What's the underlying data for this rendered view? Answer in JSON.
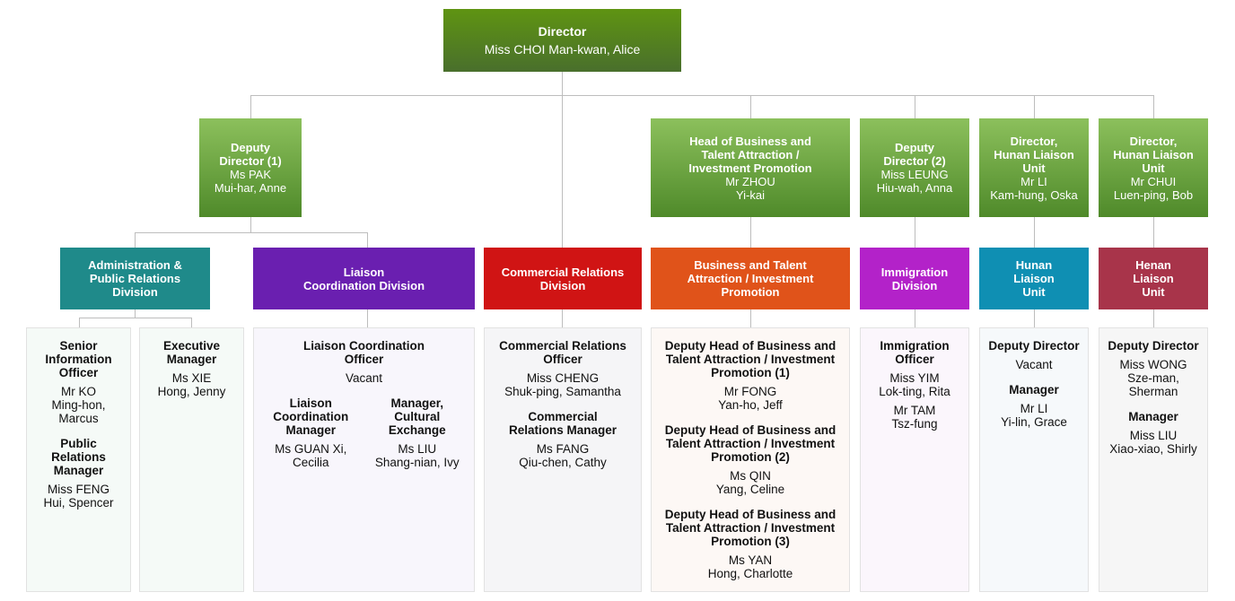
{
  "director": {
    "title": "Director",
    "name": "Miss CHOI Man-kwan, Alice"
  },
  "heads": [
    {
      "title": "Deputy\nDirector (1)",
      "name": "Ms PAK\nMui-har, Anne"
    },
    {
      "title": "Head of Business and\nTalent Attraction /\nInvestment Promotion",
      "name": "Mr ZHOU\nYi-kai"
    },
    {
      "title": "Deputy\nDirector (2)",
      "name": "Miss LEUNG\nHiu-wah, Anna"
    },
    {
      "title": "Director,\nHunan Liaison\nUnit",
      "name": "Mr LI\nKam-hung, Oska"
    },
    {
      "title": "Director,\nHunan Liaison\nUnit",
      "name": "Mr CHUI\nLuen-ping, Bob"
    }
  ],
  "divisions": [
    {
      "label": "Administration &\nPublic Relations\nDivision",
      "color": "#1f8a8a"
    },
    {
      "label": "Liaison\nCoordination Division",
      "color": "#6a1fb0"
    },
    {
      "label": "Commercial Relations\nDivision",
      "color": "#d01414"
    },
    {
      "label": "Business and Talent\nAttraction / Investment\nPromotion",
      "color": "#e0531a"
    },
    {
      "label": "Immigration\nDivision",
      "color": "#b322c9"
    },
    {
      "label": "Hunan\nLiaison\nUnit",
      "color": "#0f8fb3"
    },
    {
      "label": "Henan\nLiaison\nUnit",
      "color": "#a8344a"
    }
  ],
  "panels": {
    "admin_a": [
      {
        "role": "Senior\nInformation\nOfficer",
        "name": "Mr KO\nMing-hon,\nMarcus"
      },
      {
        "role": "Public\nRelations\nManager",
        "name": "Miss FENG\nHui, Spencer"
      }
    ],
    "admin_b": [
      {
        "role": "Executive\nManager",
        "name": "Ms XIE\nHong, Jenny"
      }
    ],
    "liaison": {
      "top": {
        "role": "Liaison Coordination\nOfficer",
        "name": "Vacant"
      },
      "left": {
        "role": "Liaison\nCoordination\nManager",
        "name": "Ms GUAN Xi,\nCecilia"
      },
      "right": {
        "role": "Manager,\nCultural\nExchange",
        "name": "Ms LIU\nShang-nian, Ivy"
      }
    },
    "commercial": [
      {
        "role": "Commercial Relations\nOfficer",
        "name": "Miss CHENG\nShuk-ping, Samantha"
      },
      {
        "role": "Commercial\nRelations Manager",
        "name": "Ms FANG\nQiu-chen, Cathy"
      }
    ],
    "business": [
      {
        "role": "Deputy Head of Business and\nTalent Attraction / Investment\nPromotion (1)",
        "name": "Mr FONG\nYan-ho, Jeff"
      },
      {
        "role": "Deputy Head of Business and\nTalent Attraction / Investment\nPromotion (2)",
        "name": "Ms QIN\nYang, Celine"
      },
      {
        "role": "Deputy Head of Business and\nTalent Attraction / Investment\nPromotion (3)",
        "name": "Ms YAN\nHong, Charlotte"
      }
    ],
    "immigration": [
      {
        "role": "Immigration\nOfficer",
        "name": "Miss YIM\nLok-ting, Rita"
      },
      {
        "role": "",
        "name": "Mr TAM\nTsz-fung"
      }
    ],
    "hunan": [
      {
        "role": "Deputy Director",
        "name": "Vacant"
      },
      {
        "role": "Manager",
        "name": "Mr LI\nYi-lin, Grace"
      }
    ],
    "henan": [
      {
        "role": "Deputy Director",
        "name": "Miss WONG\nSze-man, Sherman"
      },
      {
        "role": "Manager",
        "name": "Miss LIU\nXiao-xiao, Shirly"
      }
    ]
  },
  "colors": {
    "connector": "#bdbdbd",
    "panel_border": "#e2e2e2"
  }
}
